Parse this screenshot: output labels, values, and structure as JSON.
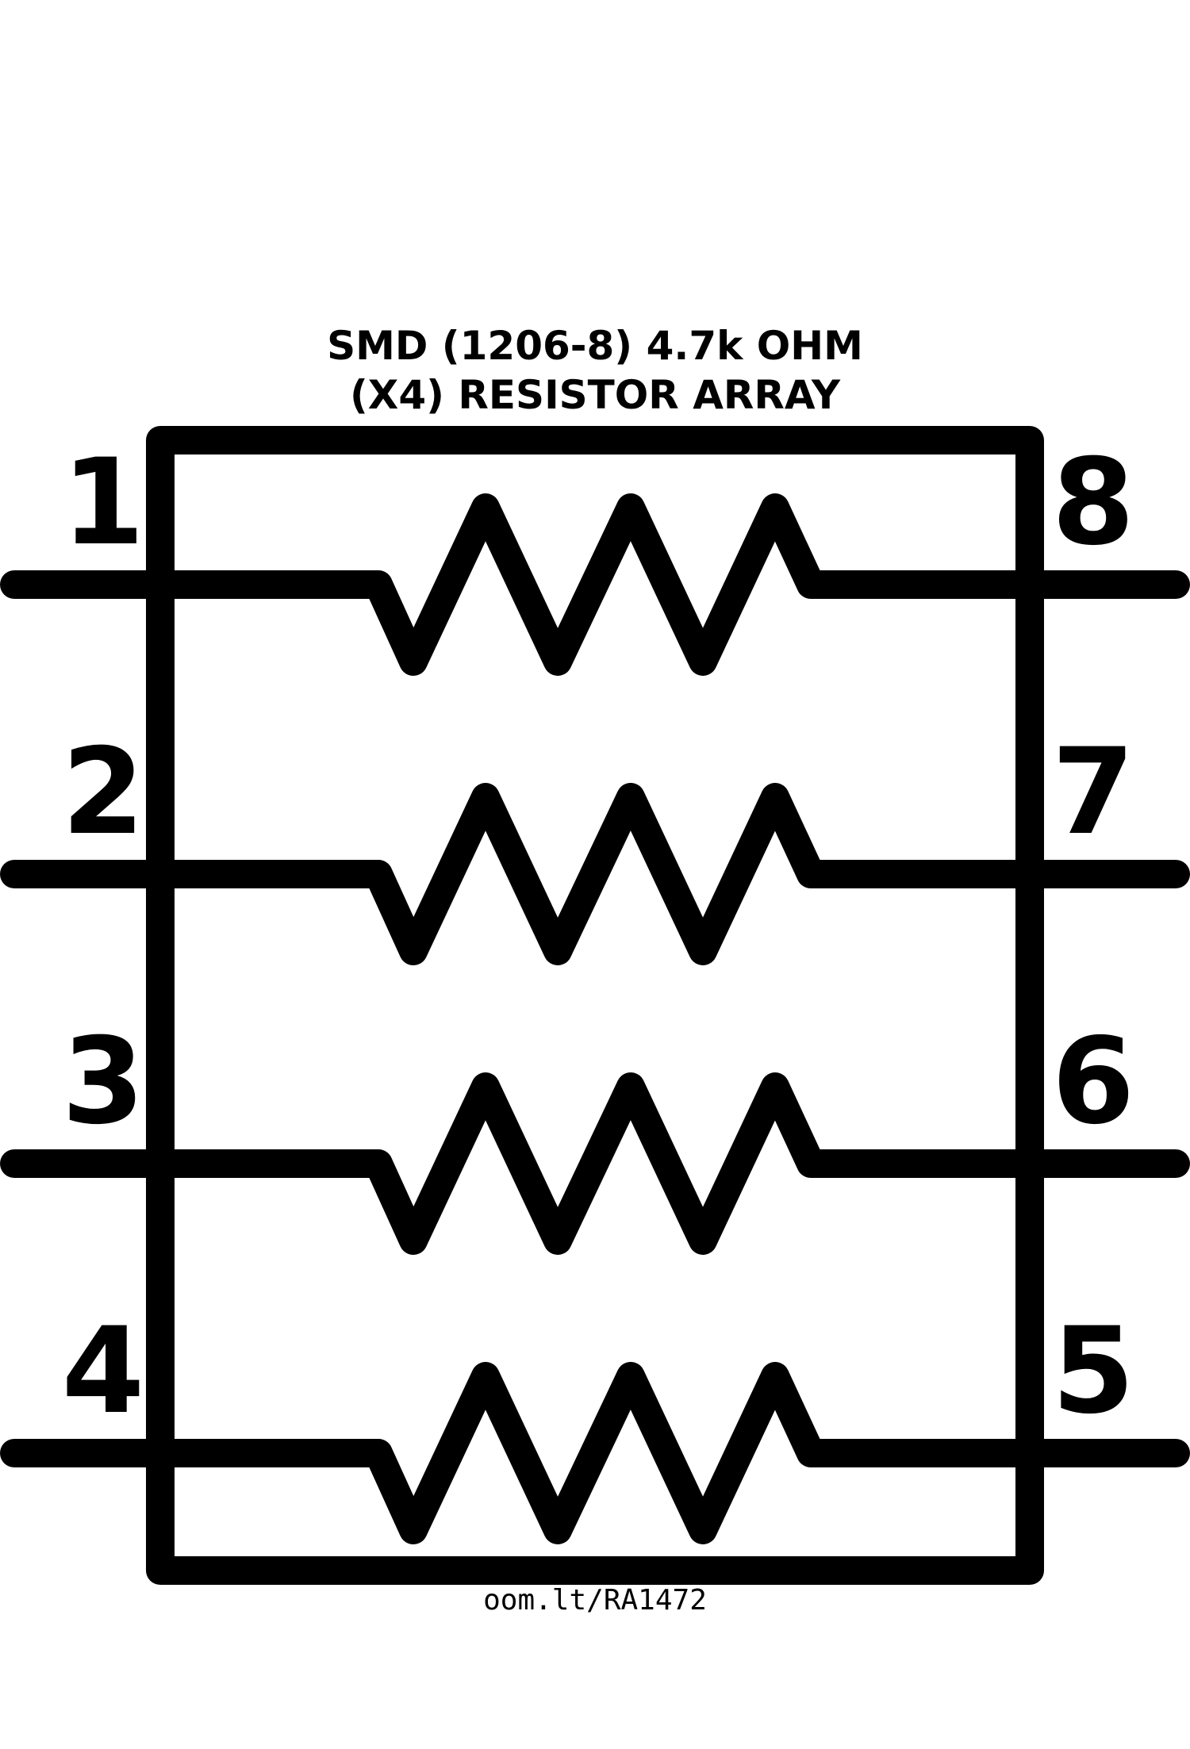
{
  "title": {
    "line1": "SMD (1206-8) 4.7k OHM",
    "line2": "(X4) RESISTOR ARRAY"
  },
  "pins": [
    {
      "number": "1",
      "side": "left"
    },
    {
      "number": "2",
      "side": "left"
    },
    {
      "number": "3",
      "side": "left"
    },
    {
      "number": "4",
      "side": "left"
    },
    {
      "number": "5",
      "side": "right"
    },
    {
      "number": "6",
      "side": "right"
    },
    {
      "number": "7",
      "side": "right"
    },
    {
      "number": "8",
      "side": "right"
    }
  ],
  "resistors": [
    {
      "left_pin": "1",
      "right_pin": "8"
    },
    {
      "left_pin": "2",
      "right_pin": "7"
    },
    {
      "left_pin": "3",
      "right_pin": "6"
    },
    {
      "left_pin": "4",
      "right_pin": "5"
    }
  ],
  "footer": {
    "url": "oom.lt/RA1472"
  },
  "colors": {
    "ink": "#000000",
    "background": "#ffffff"
  }
}
